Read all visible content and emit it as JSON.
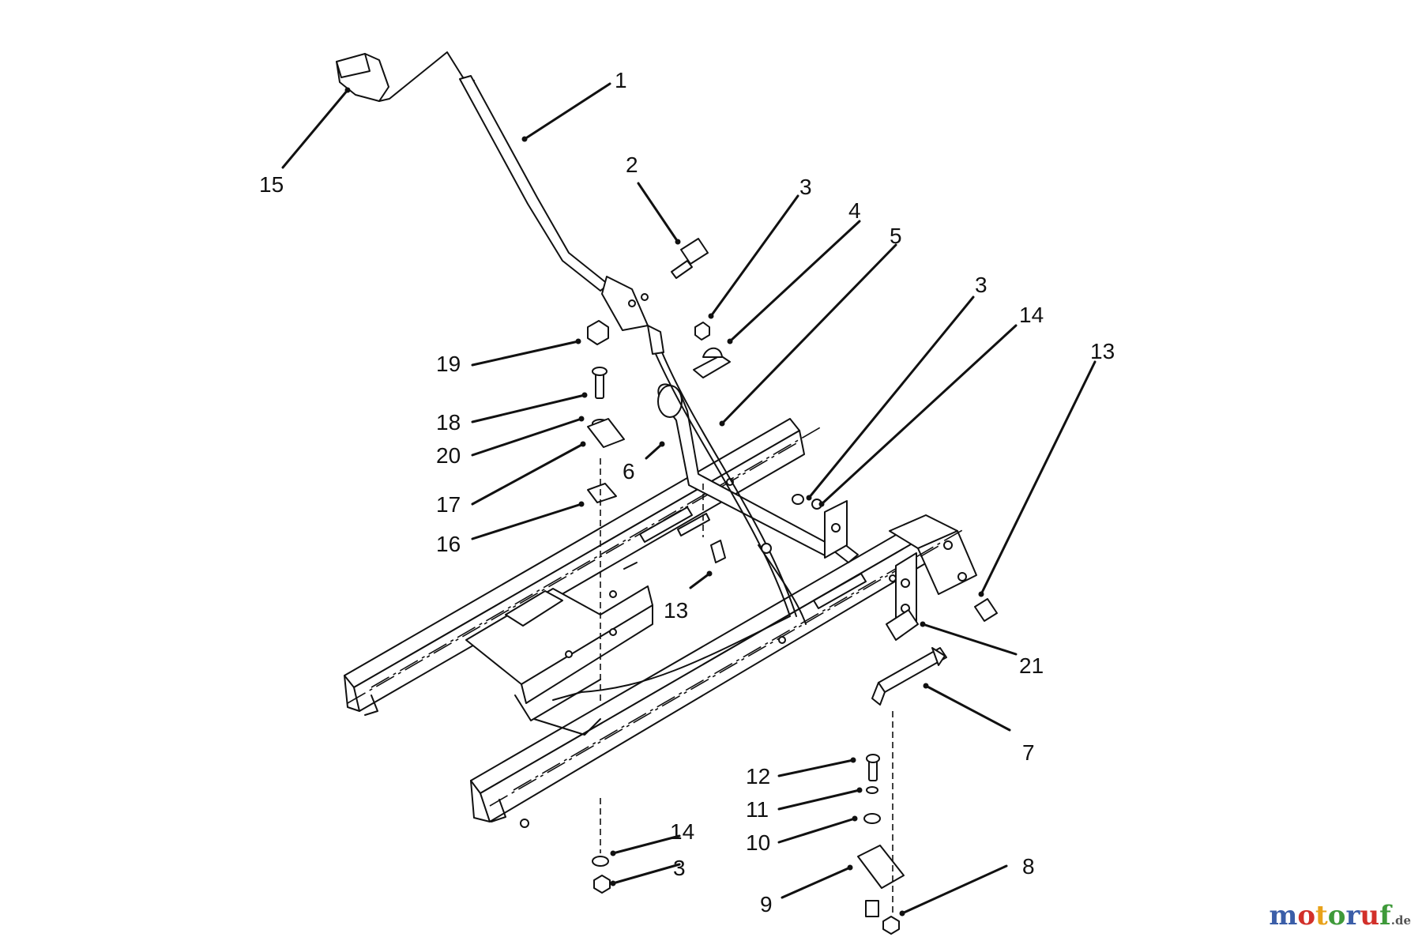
{
  "diagram": {
    "labels": [
      {
        "id": "lbl-1",
        "text": "1"
      },
      {
        "id": "lbl-2",
        "text": "2"
      },
      {
        "id": "lbl-3a",
        "text": "3"
      },
      {
        "id": "lbl-4",
        "text": "4"
      },
      {
        "id": "lbl-5",
        "text": "5"
      },
      {
        "id": "lbl-3b",
        "text": "3"
      },
      {
        "id": "lbl-14a",
        "text": "14"
      },
      {
        "id": "lbl-13a",
        "text": "13"
      },
      {
        "id": "lbl-15",
        "text": "15"
      },
      {
        "id": "lbl-19",
        "text": "19"
      },
      {
        "id": "lbl-18",
        "text": "18"
      },
      {
        "id": "lbl-20",
        "text": "20"
      },
      {
        "id": "lbl-6",
        "text": "6"
      },
      {
        "id": "lbl-17",
        "text": "17"
      },
      {
        "id": "lbl-16",
        "text": "16"
      },
      {
        "id": "lbl-13b",
        "text": "13"
      },
      {
        "id": "lbl-21",
        "text": "21"
      },
      {
        "id": "lbl-7",
        "text": "7"
      },
      {
        "id": "lbl-12",
        "text": "12"
      },
      {
        "id": "lbl-11",
        "text": "11"
      },
      {
        "id": "lbl-10",
        "text": "10"
      },
      {
        "id": "lbl-14b",
        "text": "14"
      },
      {
        "id": "lbl-3c",
        "text": "3"
      },
      {
        "id": "lbl-8",
        "text": "8"
      },
      {
        "id": "lbl-9",
        "text": "9"
      }
    ]
  },
  "watermark": {
    "letters": [
      "m",
      "o",
      "t",
      "o",
      "r",
      "u",
      "f"
    ],
    "letter_colors": [
      "#3b5ea8",
      "#d2302a",
      "#e8a21a",
      "#3f9a3a",
      "#3b5ea8",
      "#d2302a",
      "#3f9a3a"
    ],
    "suffix": ".de"
  }
}
